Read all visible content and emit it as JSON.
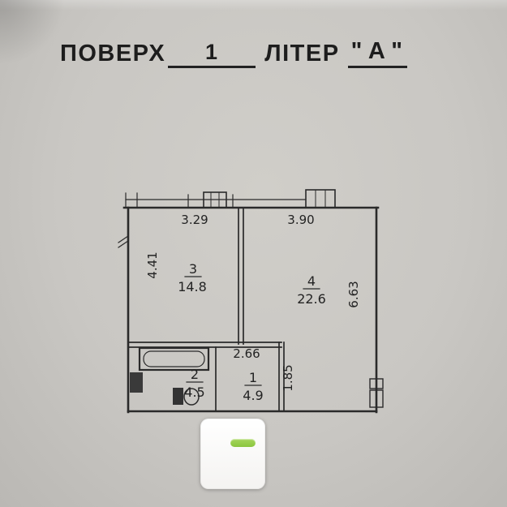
{
  "header": {
    "floor_label": "ПОВЕРХ",
    "floor_value": "1",
    "letter_label": "ЛІТЕР",
    "quote_open": "\"",
    "letter_value": "А",
    "quote_close": "\""
  },
  "plan": {
    "dims": {
      "top_left_width": "3.29",
      "top_right_width": "3.90",
      "left_height": "4.41",
      "right_height": "6.63",
      "hall_width": "2.66",
      "hall_height": "1.85"
    },
    "rooms": [
      {
        "number": "3",
        "area": "14.8"
      },
      {
        "number": "4",
        "area": "22.6"
      },
      {
        "number": "2",
        "area": "4.5"
      },
      {
        "number": "1",
        "area": "4.9"
      }
    ]
  },
  "colors": {
    "ink": "#2a2a2a",
    "paper": "#c9c7c3",
    "switch_green": "#8bc63f"
  }
}
